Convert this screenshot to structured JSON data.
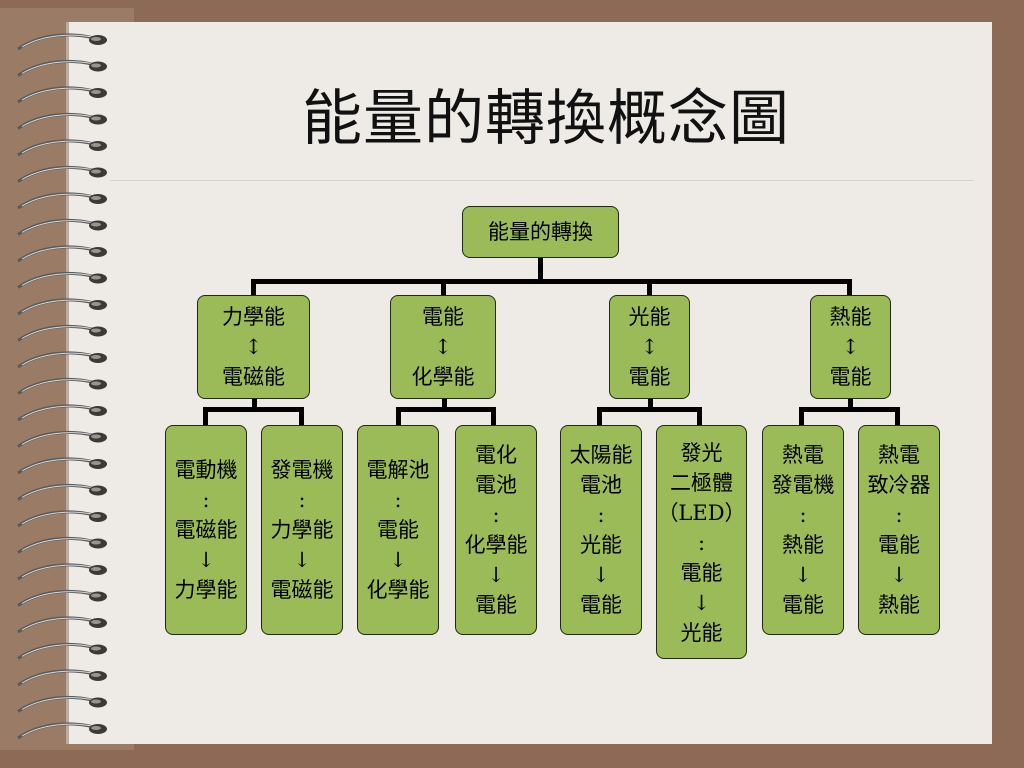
{
  "title": "能量的轉換概念圖",
  "root": "能量的轉換",
  "categories": [
    {
      "label": "力學能\n↕\n電磁能",
      "items": [
        "電動機\n:\n電磁能\n↓\n力學能",
        "發電機\n:\n力學能\n↓\n電磁能"
      ]
    },
    {
      "label": "電能\n↕\n化學能",
      "items": [
        "電解池\n:\n電能\n↓\n化學能",
        "電化\n電池\n:\n化學能\n↓\n電能"
      ]
    },
    {
      "label": "光能\n↕\n電能",
      "items": [
        "太陽能\n電池\n:\n光能\n↓\n電能",
        "發光\n二極體\n（LED）\n:\n電能\n↓\n光能"
      ]
    },
    {
      "label": "熱能\n↕\n電能",
      "items": [
        "熱電\n發電機\n:\n熱能\n↓\n電能",
        "熱電\n致冷器\n:\n電能\n↓\n熱能"
      ]
    }
  ],
  "colors": {
    "node_fill": "#9bbb59",
    "paper": "#eeebe7",
    "background": "#8c6a55"
  },
  "decoration": "spiral-binding-rings"
}
